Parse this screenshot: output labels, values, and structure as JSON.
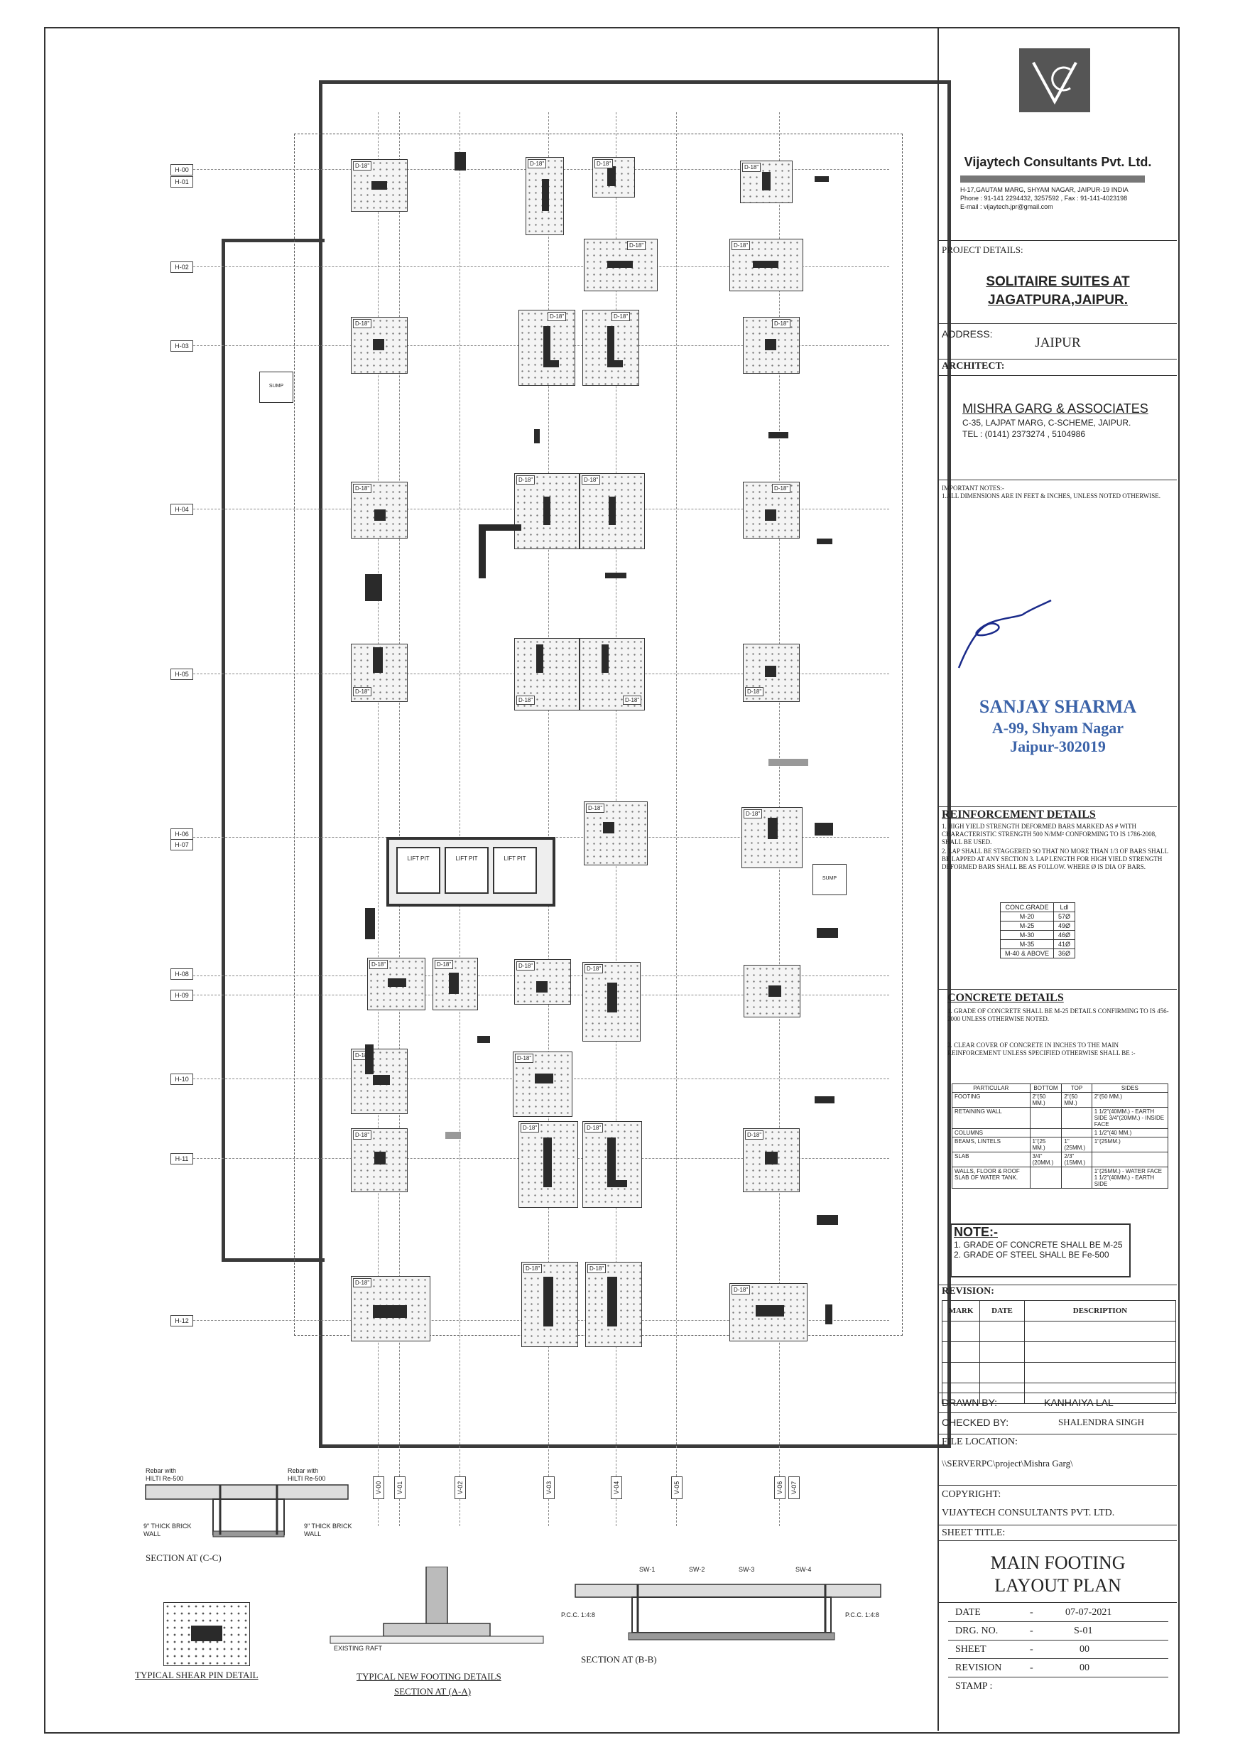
{
  "grid": {
    "rows": [
      "H-00",
      "H-01",
      "H-02",
      "H-03",
      "H-04",
      "H-05",
      "H-06",
      "H-07",
      "H-08",
      "H-09",
      "H-10",
      "H-11",
      "H-12"
    ],
    "cols": [
      "V-00",
      "V-01",
      "V-02",
      "V-03",
      "V-04",
      "V-05",
      "V-06",
      "V-07"
    ]
  },
  "plan_labels": {
    "footing_tag": "D-18\"",
    "lift_pit": "LIFT PIT",
    "sump": "SUMP"
  },
  "details": {
    "shear_pin": "TYPICAL SHEAR PIN DETAIL",
    "new_footing": "TYPICAL NEW FOOTING DETAILS",
    "section_aa": "SECTION AT (A-A)",
    "section_bb": "SECTION AT (B-B)",
    "section_cc": "SECTION AT (C-C)",
    "rebar_hilti": "Rebar with HILTI Re-500",
    "brick_wall": "9\" THICK BRICK WALL",
    "existing_raft": "EXISTING RAFT",
    "pcc": "P.C.C. 1:4:8",
    "sw1": "SW-1",
    "sw2": "SW-2",
    "sw3": "SW-3",
    "sw4": "SW-4"
  },
  "title_block": {
    "firm_name": "Vijaytech Consultants Pvt. Ltd.",
    "firm_address": "H-17,GAUTAM MARG, SHYAM NAGAR, JAIPUR-19 INDIA",
    "firm_phone": "Phone : 91-141 2294432, 3257592 ,  Fax : 91-141-4023198",
    "firm_email": "E-mail : vijaytech.jpr@gmail.com",
    "project_details_label": "PROJECT DETAILS:",
    "project_name_1": "SOLITAIRE SUITES AT",
    "project_name_2": "JAGATPURA,JAIPUR.",
    "address_label": "ADDRESS:",
    "address": "JAIPUR",
    "architect_label": "ARCHITECT:",
    "architect_name": "MISHRA GARG & ASSOCIATES",
    "architect_addr": "C-35, LAJPAT MARG, C-SCHEME, JAIPUR.",
    "architect_tel": "TEL : (0141) 2373274 , 5104986",
    "important_notes": "IMPORTANT NOTES:-",
    "note_1": "1.ALL DIMENSIONS ARE IN FEET & INCHES, UNLESS NOTED OTHERWISE.",
    "stamp_name": "SANJAY SHARMA",
    "stamp_addr": "A-99, Shyam Nagar",
    "stamp_city": "Jaipur-302019",
    "reinf_title": "REINFORCEMENT DETAILS",
    "reinf_1": "1. HIGH YIELD STRENGTH DEFORMED BARS MARKED AS # WITH CHARACTERISTIC STRENGTH 500 N/MM² CONFORMING TO IS 1786-2008, SHALL BE USED.",
    "reinf_2": "2. LAP SHALL BE STAGGERED SO THAT NO MORE THAN 1/3 OF BARS SHALL BE LAPPED AT ANY SECTION 3. LAP LENGTH FOR HIGH YIELD STRENGTH DEFORMED BARS SHALL BE AS FOLLOW. WHERE Ø IS DIA OF BARS.",
    "lap_table": {
      "headers": [
        "CONC.GRADE",
        "Ldl"
      ],
      "rows": [
        [
          "M-20",
          "57Ø"
        ],
        [
          "M-25",
          "49Ø"
        ],
        [
          "M-30",
          "46Ø"
        ],
        [
          "M-35",
          "41Ø"
        ],
        [
          "M-40 & ABOVE",
          "36Ø"
        ]
      ]
    },
    "conc_title": "CONCRETE DETAILS",
    "conc_1": "1. GRADE OF CONCRETE SHALL BE M-25 DETAILS CONFIRMING TO IS 456-2000 UNLESS OTHERWISE NOTED.",
    "conc_2": "2. CLEAR COVER OF CONCRETE IN INCHES TO THE MAIN REINFORCEMENT UNLESS SPECIFIED OTHERWISE SHALL BE :-",
    "cover_table": {
      "headers": [
        "PARTICULAR",
        "BOTTOM",
        "TOP",
        "SIDES"
      ],
      "rows": [
        [
          "FOOTING",
          "2\"(50 MM.)",
          "2\"(50 MM.)",
          "2\"(50 MM.)"
        ],
        [
          "RETAINING WALL",
          "",
          "",
          "1 1/2\"(40MM.) - EARTH SIDE 3/4\"(20MM.) - INSIDE FACE"
        ],
        [
          "COLUMNS",
          "",
          "",
          "1 1/2\"(40 MM.)"
        ],
        [
          "BEAMS, LINTELS",
          "1\"(25 MM.)",
          "1\"(25MM.)",
          "1\"(25MM.)"
        ],
        [
          "SLAB",
          "3/4\"(20MM.)",
          "2/3\"(15MM.)",
          ""
        ],
        [
          "WALLS, FLOOR & ROOF SLAB OF WATER TANK.",
          "",
          "",
          "1\"(25MM.) - WATER FACE 1 1/2\"(40MM.) - EARTH SIDE"
        ]
      ]
    },
    "note_title": "NOTE:-",
    "note_a": "1. GRADE OF CONCRETE SHALL BE M-25",
    "note_b": "2. GRADE OF STEEL SHALL BE Fe-500",
    "revision_label": "REVISION:",
    "rev_headers": [
      "MARK",
      "DATE",
      "DESCRIPTION"
    ],
    "drawn_by_label": "DRAWN BY:",
    "drawn_by": "KANHAIYA LAL",
    "checked_by_label": "CHECKED BY:",
    "checked_by": "SHALENDRA SINGH",
    "file_location_label": "FILE LOCATION:",
    "file_location": "\\\\SERVERPC\\project\\Mishra Garg\\",
    "copyright_label": "COPYRIGHT:",
    "copyright": "VIJAYTECH CONSULTANTS PVT. LTD.",
    "sheet_title_label": "SHEET TITLE:",
    "sheet_title_1": "MAIN FOOTING",
    "sheet_title_2": "LAYOUT PLAN",
    "date_label": "DATE",
    "date": "07-07-2021",
    "drg_label": "DRG. NO.",
    "drg": "S-01",
    "sheet_label": "SHEET",
    "sheet": "00",
    "revision_no_label": "REVISION",
    "revision_no": "00",
    "stamp_label": "STAMP :",
    "dash": "-"
  }
}
